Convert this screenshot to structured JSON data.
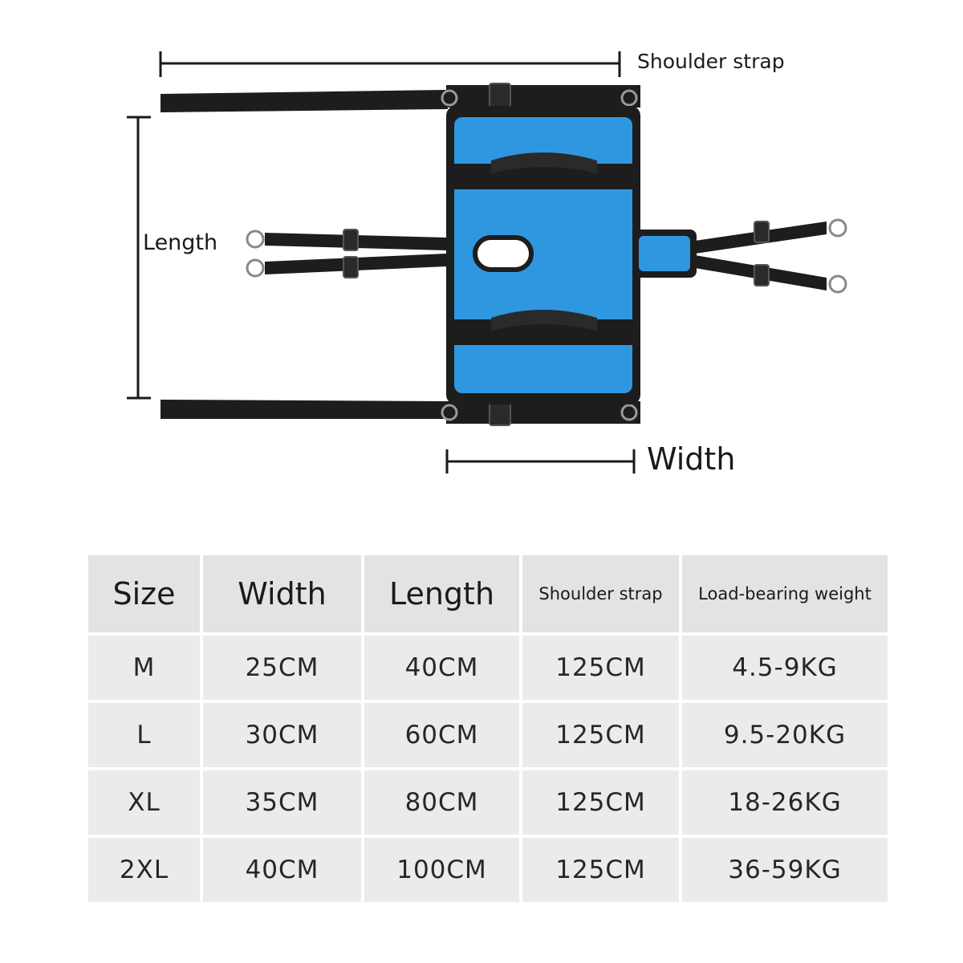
{
  "diagram": {
    "labels": {
      "shoulder_strap": "Shoulder strap",
      "length": "Length",
      "width": "Width"
    },
    "colors": {
      "fabric": "#2f97e0",
      "strap": "#1d1d1d",
      "dimension_line": "#1a1a1a"
    }
  },
  "table": {
    "headers": [
      "Size",
      "Width",
      "Length",
      "Shoulder strap",
      "Load-bearing weight"
    ],
    "rows": [
      [
        "M",
        "25CM",
        "40CM",
        "125CM",
        "4.5-9KG"
      ],
      [
        "L",
        "30CM",
        "60CM",
        "125CM",
        "9.5-20KG"
      ],
      [
        "XL",
        "35CM",
        "80CM",
        "125CM",
        "18-26KG"
      ],
      [
        "2XL",
        "40CM",
        "100CM",
        "125CM",
        "36-59KG"
      ]
    ]
  }
}
